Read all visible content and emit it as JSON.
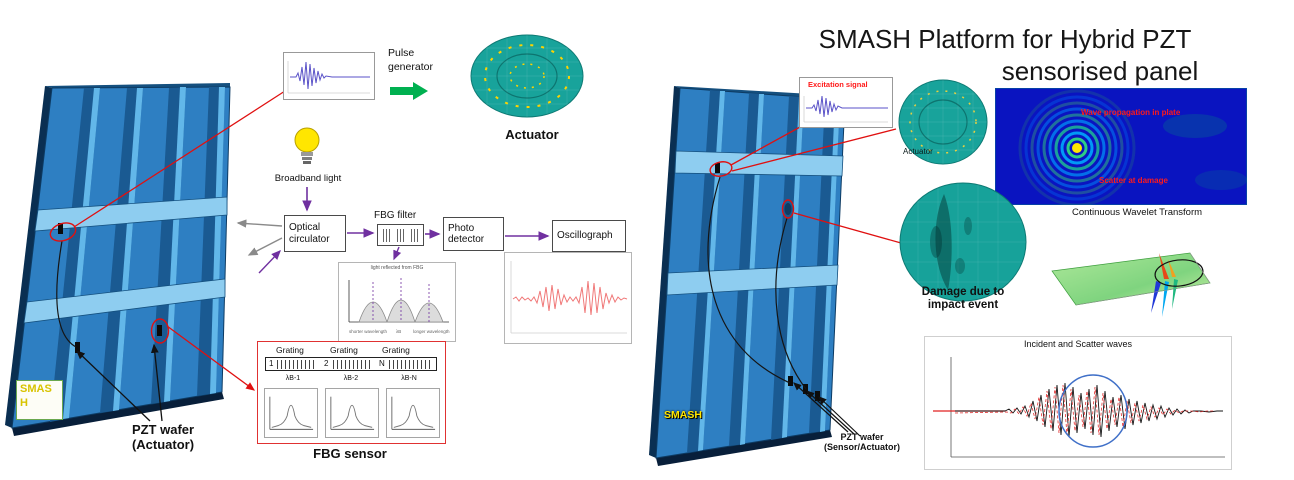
{
  "palette": {
    "panel_blue": "#2e7fc2",
    "panel_dark_edge": "#0a2f52",
    "stiffener_rail_light": "#8ecdf0",
    "actuator_teal": "#18a39b",
    "annotation_red": "#e01010",
    "arrow_purple": "#7030a0",
    "arrow_green": "#00b050",
    "oscillograph_signal": "#f07878",
    "excitation_signal": "#5a52c8"
  },
  "left": {
    "badge": {
      "line1": "SMAS",
      "line2": "H"
    },
    "pzt_label": {
      "line1": "PZT wafer",
      "line2": "(Actuator)"
    },
    "pulse_generator": {
      "line1": "Pulse",
      "line2": "generator"
    },
    "actuator_label": "Actuator",
    "broadband_light_label": "Broadband light",
    "flow": {
      "optical_circulator": {
        "line1": "Optical",
        "line2": "circulator"
      },
      "fbg_filter_label": "FBG filter",
      "photo_detector": {
        "line1": "Photo",
        "line2": "detector"
      },
      "oscillograph": "Oscillograph"
    },
    "fbg_reflection_plot": {
      "title": "light reflected from FBG",
      "left_axis_label": "shorter wavelength",
      "center_axis_label": "λB",
      "right_axis_label": "longer wavelength"
    },
    "fbg_sensor": {
      "gratings": [
        "Grating",
        "Grating",
        "Grating"
      ],
      "segments": [
        "1",
        "2",
        "N"
      ],
      "lambdas": [
        "λB-1",
        "λB-2",
        "λB-N"
      ],
      "caption": "FBG sensor"
    }
  },
  "right": {
    "title": {
      "line1": "SMASH Platform for Hybrid PZT",
      "line2": "sensorised panel"
    },
    "badge": "SMASH",
    "excitation_label": "Excitation signal",
    "actuator_label": "Actuator",
    "wave_plot": {
      "label_top": "Wave propagation in plate",
      "label_bottom": "Scatter at damage"
    },
    "cwt_title": "Continuous Wavelet Transform",
    "damage_label": {
      "line1": "Damage due to",
      "line2": "impact event"
    },
    "incident_title": "Incident and Scatter waves",
    "pzt_label": {
      "line1": "PZT wafer",
      "line2": "(Sensor/Actuator)"
    }
  }
}
